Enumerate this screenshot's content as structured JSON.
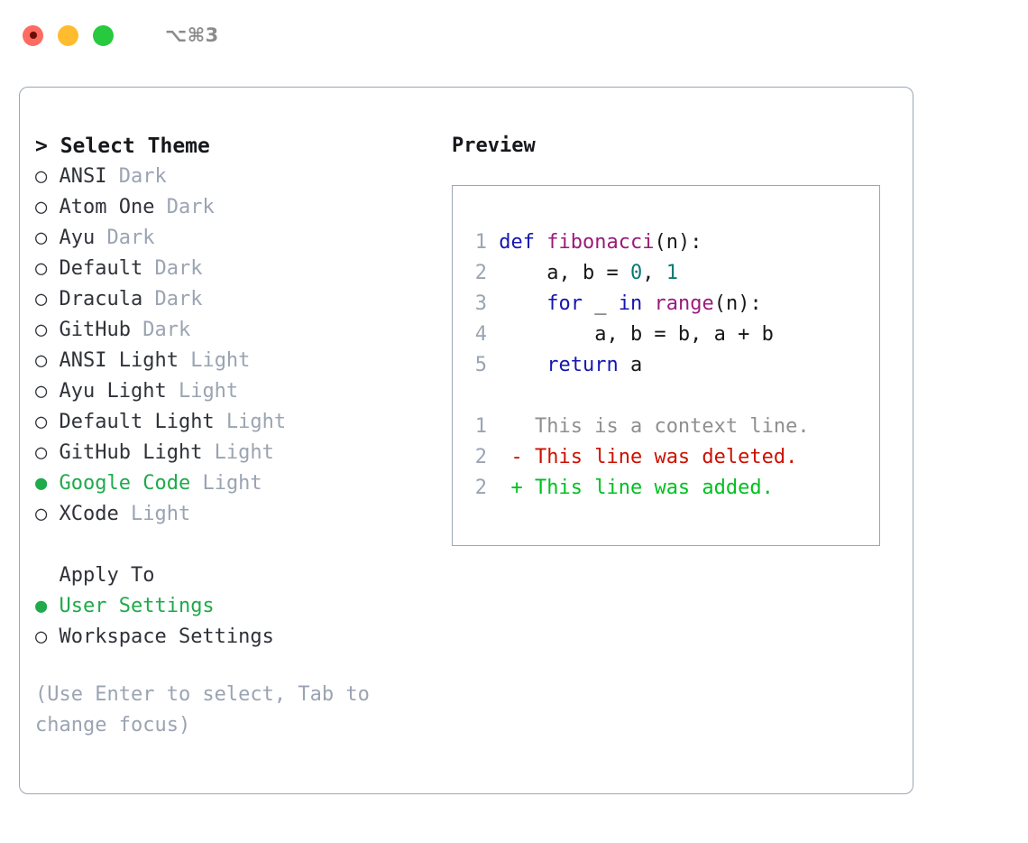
{
  "window": {
    "shortcut": "⌥⌘3",
    "traffic_lights": [
      "close-red",
      "minimize-yellow",
      "maximize-green"
    ],
    "colors": {
      "red": "#fd6b62",
      "yellow": "#febc2e",
      "green": "#27c93f",
      "border": "#9aa6b6",
      "accent_green": "#1faa4b",
      "muted": "#9aa4b2"
    }
  },
  "theme_list": {
    "header": "> Select Theme",
    "items": [
      {
        "bullet": "○",
        "name": "ANSI",
        "tag": "Dark",
        "selected": false
      },
      {
        "bullet": "○",
        "name": "Atom One",
        "tag": "Dark",
        "selected": false
      },
      {
        "bullet": "○",
        "name": "Ayu",
        "tag": "Dark",
        "selected": false
      },
      {
        "bullet": "○",
        "name": "Default",
        "tag": "Dark",
        "selected": false
      },
      {
        "bullet": "○",
        "name": "Dracula",
        "tag": "Dark",
        "selected": false
      },
      {
        "bullet": "○",
        "name": "GitHub",
        "tag": "Dark",
        "selected": false
      },
      {
        "bullet": "○",
        "name": "ANSI Light",
        "tag": "Light",
        "selected": false
      },
      {
        "bullet": "○",
        "name": "Ayu Light",
        "tag": "Light",
        "selected": false
      },
      {
        "bullet": "○",
        "name": "Default Light",
        "tag": "Light",
        "selected": false
      },
      {
        "bullet": "○",
        "name": "GitHub Light",
        "tag": "Light",
        "selected": false
      },
      {
        "bullet": "●",
        "name": "Google Code",
        "tag": "Light",
        "selected": true
      },
      {
        "bullet": "○",
        "name": "XCode",
        "tag": "Light",
        "selected": false
      }
    ]
  },
  "apply_to": {
    "header": "  Apply To",
    "items": [
      {
        "bullet": "●",
        "name": "User Settings",
        "selected": true
      },
      {
        "bullet": "○",
        "name": "Workspace Settings",
        "selected": false
      }
    ]
  },
  "hint": "(Use Enter to select, Tab to change focus)",
  "preview": {
    "title": "Preview",
    "code_lines": [
      {
        "n": "1",
        "tokens": [
          {
            "t": "def ",
            "c": "kw"
          },
          {
            "t": "fibonacci",
            "c": "fn"
          },
          {
            "t": "(n):",
            "c": "pn"
          }
        ]
      },
      {
        "n": "2",
        "tokens": [
          {
            "t": "    a, b = ",
            "c": "pn"
          },
          {
            "t": "0",
            "c": "num"
          },
          {
            "t": ", ",
            "c": "pn"
          },
          {
            "t": "1",
            "c": "num"
          }
        ]
      },
      {
        "n": "3",
        "tokens": [
          {
            "t": "    ",
            "c": "pn"
          },
          {
            "t": "for",
            "c": "kw"
          },
          {
            "t": " _ ",
            "c": "pn"
          },
          {
            "t": "in",
            "c": "kw"
          },
          {
            "t": " ",
            "c": "pn"
          },
          {
            "t": "range",
            "c": "fn"
          },
          {
            "t": "(n):",
            "c": "pn"
          }
        ]
      },
      {
        "n": "4",
        "tokens": [
          {
            "t": "        a, b = b, a + b",
            "c": "pn"
          }
        ]
      },
      {
        "n": "5",
        "tokens": [
          {
            "t": "    ",
            "c": "pn"
          },
          {
            "t": "return",
            "c": "kw"
          },
          {
            "t": " a",
            "c": "pn"
          }
        ]
      }
    ],
    "diff_lines": [
      {
        "n": "1",
        "marker": " ",
        "text": " This is a context line.",
        "kind": "ctx"
      },
      {
        "n": "2",
        "marker": "-",
        "text": " This line was deleted.",
        "kind": "del"
      },
      {
        "n": "2",
        "marker": "+",
        "text": " This line was added.",
        "kind": "add"
      }
    ]
  }
}
